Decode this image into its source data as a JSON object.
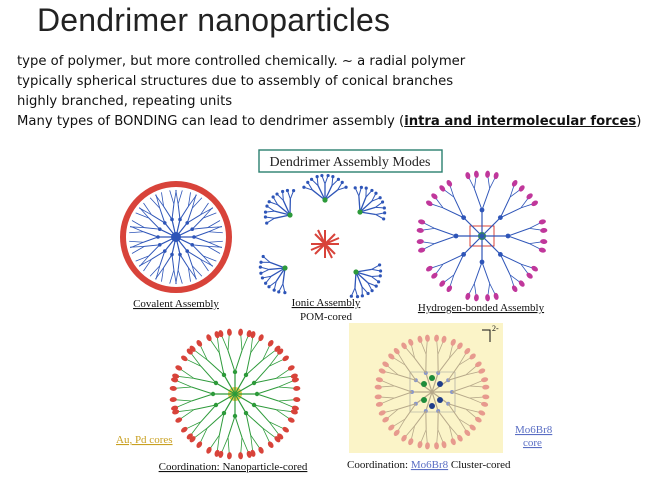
{
  "slide": {
    "title": "Dendrimer nanoparticles",
    "bullets": [
      "type of polymer, but more controlled chemically. ~ a radial polymer",
      "typically spherical structures due to assembly of conical branches",
      "highly branched, repeating units"
    ],
    "bullet4": {
      "text": "Many types of BONDING can lead to dendrimer assembly (",
      "emphasis": "intra and intermolecular forces",
      "close": ")"
    }
  },
  "figure": {
    "header": "Dendrimer Assembly Modes",
    "captions": {
      "covalent": "Covalent Assembly",
      "ionic_1": "Ionic Assembly",
      "ionic_2": "POM-cored",
      "hbond": "Hydrogen-bonded Assembly",
      "au_pd": "Au, Pd cores",
      "coord_np": "Coordination: Nanoparticle-cored",
      "coord_cluster_prefix": "Coordination: ",
      "cluster_formula": "Mo6Br8",
      "coord_cluster_suffix": " Cluster-cored",
      "mo_label_1": "Mo6Br8",
      "mo_label_2": "core",
      "charge": "2-"
    },
    "colors": {
      "caption_box_border": "#2a7f6f",
      "red_ring": "#d8433a",
      "blue_branch": "#2e55b8",
      "green": "#2d9a3a",
      "magenta": "#c0379b",
      "cluster_bg": "#fbf4c8",
      "gold_label": "#c9a021",
      "link_blue": "#5a6ec4"
    }
  }
}
